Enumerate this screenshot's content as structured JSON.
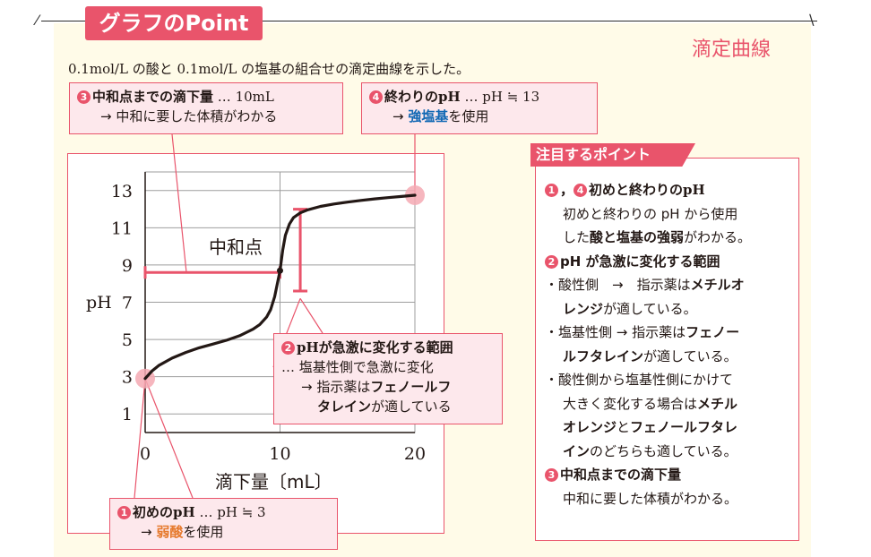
{
  "header": {
    "tab_title": "グラフのPoint",
    "top_right_label": "滴定曲線",
    "intro": "0.1mol/L の酸と 0.1mol/L の塩基の組合せの滴定曲線を示した。"
  },
  "callouts": {
    "c3": {
      "num": "3",
      "title": "中和点までの滴下量",
      "dots": "…",
      "value": "10mL",
      "arrow": "→",
      "line2": "中和に要した体積がわかる"
    },
    "c4": {
      "num": "4",
      "title_a": "終わりの",
      "title_b": "pH",
      "dots": "…",
      "value": "pH ≒ 13",
      "arrow": "→",
      "hl": "強塩基",
      "tail": "を使用"
    },
    "c2": {
      "num": "2",
      "title_a": "pH",
      "title_b": "が急激に変化する範囲",
      "dots": "…",
      "line2": "塩基性側で急激に変化",
      "arrow": "→",
      "line3a": "指示薬は",
      "line3b": "フェノールフ",
      "line4a": "タレイン",
      "line4b": "が適している"
    },
    "c1": {
      "num": "1",
      "title_a": "初めの",
      "title_b": "pH",
      "dots": "…",
      "value": "pH ≒ 3",
      "arrow": "→",
      "hl": "弱酸",
      "tail": "を使用"
    }
  },
  "chart_data": {
    "type": "line",
    "x": [
      0,
      0.5,
      1,
      2,
      3,
      4,
      5,
      6,
      7,
      8,
      8.5,
      9,
      9.3,
      9.6,
      9.8,
      10,
      10.2,
      10.4,
      10.7,
      11,
      11.5,
      12,
      13,
      14,
      15,
      16,
      17,
      18,
      19,
      20
    ],
    "y": [
      2.9,
      3.3,
      3.6,
      4.0,
      4.3,
      4.55,
      4.75,
      4.95,
      5.2,
      5.55,
      5.8,
      6.2,
      6.6,
      7.3,
      8.0,
      8.7,
      9.8,
      10.6,
      11.2,
      11.55,
      11.8,
      11.95,
      12.15,
      12.28,
      12.38,
      12.47,
      12.55,
      12.62,
      12.68,
      12.75
    ],
    "xticks": [
      "0",
      "10",
      "20"
    ],
    "yticks": [
      "1",
      "3",
      "5",
      "7",
      "9",
      "11",
      "13"
    ],
    "xlabel": "滴下量〔mL〕",
    "ylabel": "pH",
    "xlim": [
      0,
      20
    ],
    "ylim": [
      0,
      14
    ],
    "equivalence_point": {
      "x": 10,
      "y": 8.7,
      "label": "中和点"
    },
    "grid": true,
    "colors": {
      "curve": "#231815",
      "accent": "#e9546b",
      "highlight": "#f4a9b3"
    }
  },
  "side": {
    "tab": "注目するポイント",
    "s1": {
      "num_a": "1",
      "sep": "，",
      "num_b": "4",
      "title_a": "初めと終わりの",
      "title_b": "pH",
      "l1": "初めと終わりの pH から使用",
      "l2a": "した",
      "l2b": "酸と塩基の強弱",
      "l2c": "がわかる。"
    },
    "s2": {
      "num": "2",
      "title": "pH が急激に変化する範囲",
      "b1a": "・酸性側　→　指示薬は",
      "b1b": "メチルオ",
      "b1c": "レンジ",
      "b1d": "が適している。",
      "b2a": "・塩基性側 → 指示薬は",
      "b2b": "フェノー",
      "b2c": "ルフタレイン",
      "b2d": "が適している。",
      "b3a": "・酸性側から塩基性側にかけて",
      "b3b": "大きく変化する場合は",
      "b3c": "メチル",
      "b3d": "オレンジ",
      "b3e": "と",
      "b3f": "フェノールフタレ",
      "b3g": "イン",
      "b3h": "のどちらも適している。"
    },
    "s3": {
      "num": "3",
      "title": "中和点までの滴下量",
      "l1": "中和に要した体積がわかる。"
    }
  }
}
